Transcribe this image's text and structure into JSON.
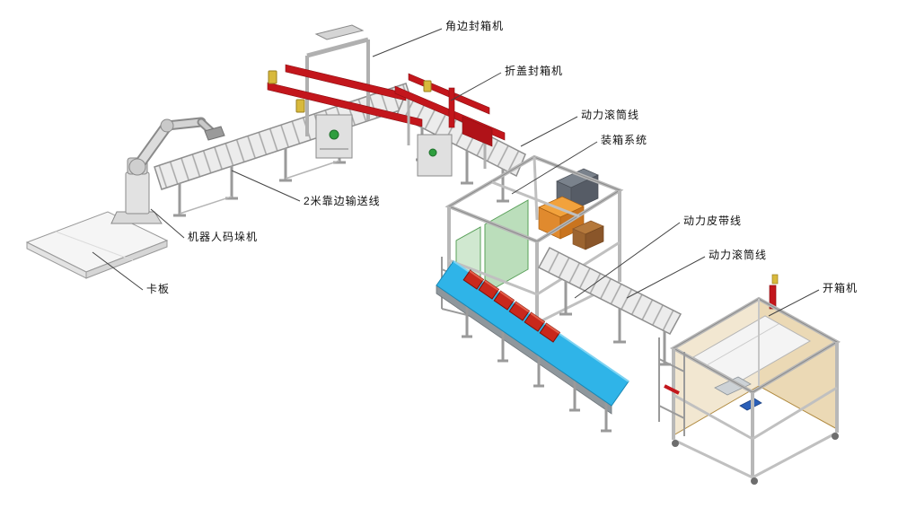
{
  "labels": [
    {
      "id": "corner-sealer",
      "text": "角边封箱机"
    },
    {
      "id": "flap-sealer",
      "text": "折盖封箱机"
    },
    {
      "id": "power-roller-top",
      "text": "动力滚筒线"
    },
    {
      "id": "case-packer",
      "text": "装箱系统"
    },
    {
      "id": "power-belt",
      "text": "动力皮带线"
    },
    {
      "id": "power-roller-right",
      "text": "动力滚筒线"
    },
    {
      "id": "carton-erector",
      "text": "开箱机"
    },
    {
      "id": "side-conveyor",
      "text": "2米靠边输送线"
    },
    {
      "id": "robot-palletizer",
      "text": "机器人码垛机"
    },
    {
      "id": "pallet",
      "text": "卡板"
    }
  ],
  "colors": {
    "machine_red": "#c3161c",
    "belt_blue": "#2fb4e8",
    "box_orange": "#e08a2e",
    "box_red": "#c8281c",
    "panel_green": "#8fc98f",
    "panel_tan": "#c9a05a",
    "frame_gray": "#b8b8b8",
    "roller_gray": "#a6a6a6",
    "leader_line": "#444444"
  }
}
